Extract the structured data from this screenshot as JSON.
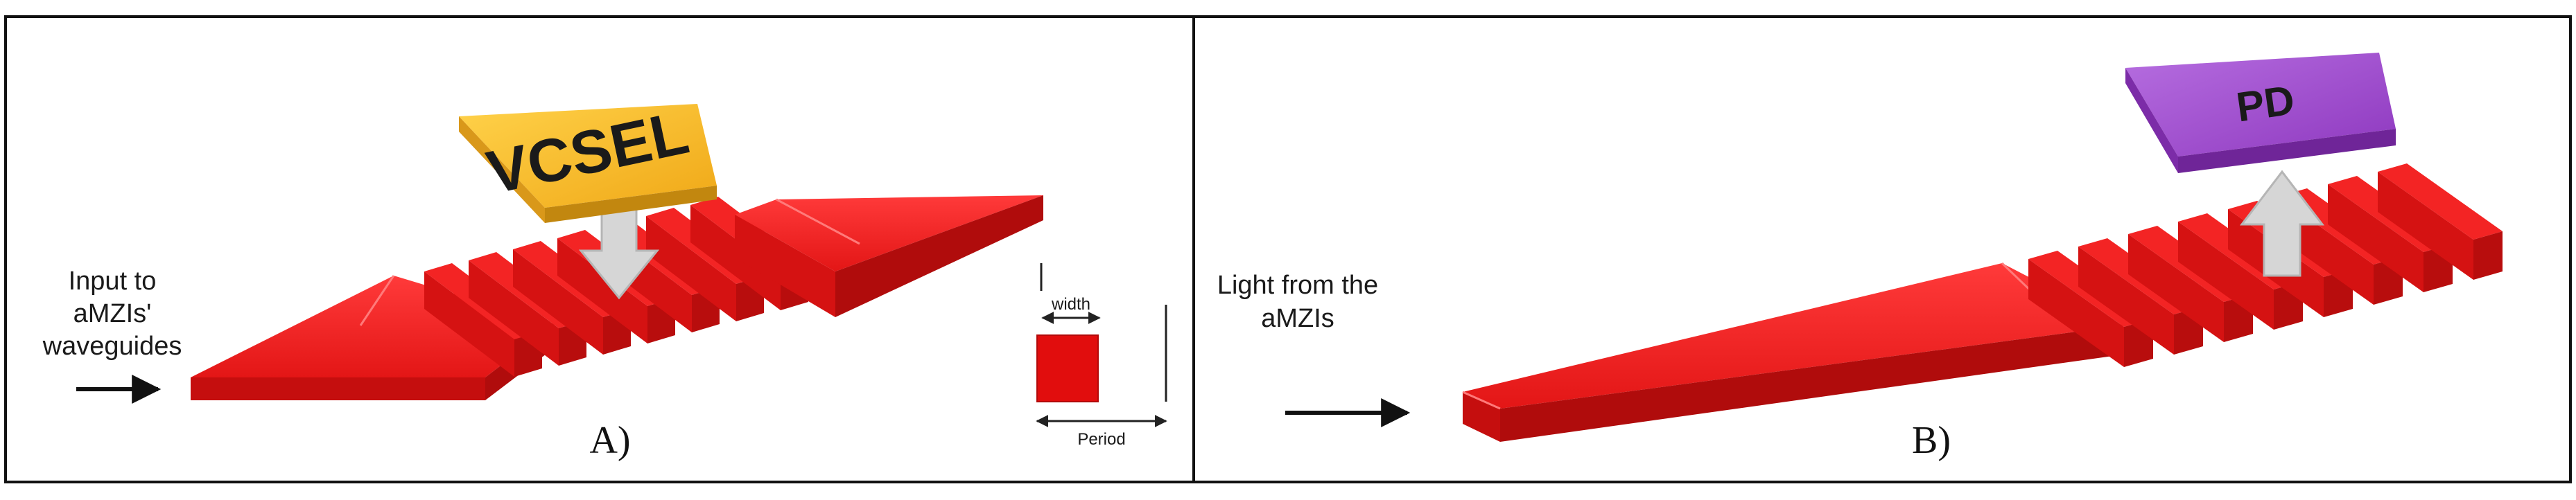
{
  "panel_a": {
    "input_label_lines": [
      "Input to",
      "aMZIs'",
      "waveguides"
    ],
    "chip_label": "VCSEL",
    "width_label": "width",
    "period_label": "Period",
    "caption": "A)",
    "colors": {
      "waveguide": "#ee1b1b",
      "vcsel": "#f3b41f",
      "arrow": "#d2d2d2"
    }
  },
  "panel_b": {
    "input_label_lines": [
      "Light from the",
      "aMZIs"
    ],
    "chip_label": "PD",
    "caption": "B)",
    "colors": {
      "waveguide": "#ee1b1b",
      "pd": "#9b45c6",
      "arrow": "#d2d2d2"
    }
  }
}
